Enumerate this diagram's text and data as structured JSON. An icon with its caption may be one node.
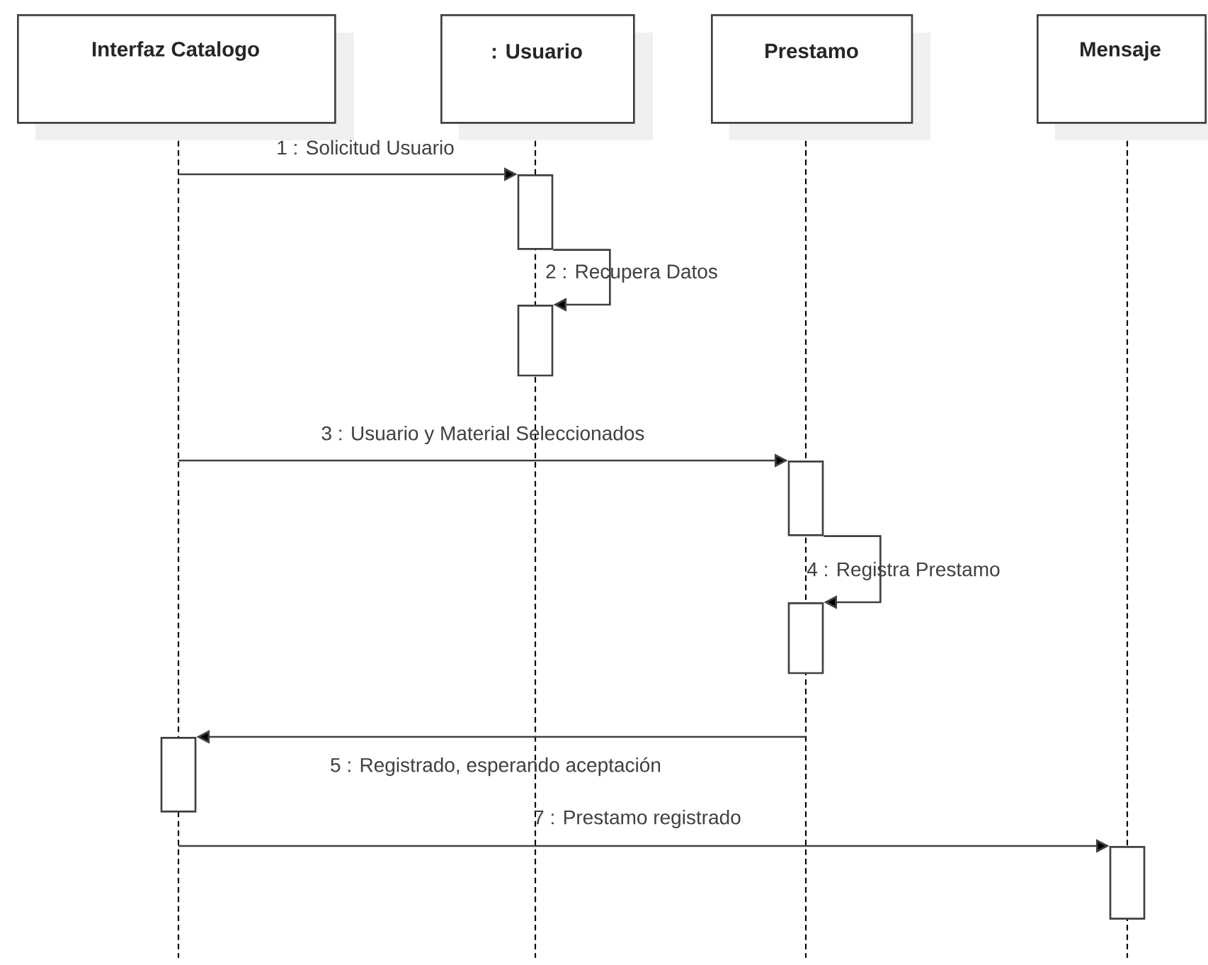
{
  "diagram": {
    "nodes": [
      {
        "text": [
          "Interfaz Catalogo"
        ]
      },
      {
        "text": [
          ": Usuario"
        ]
      },
      {
        "text": [
          "Prestamo"
        ]
      },
      {
        "text": [
          "Mensaje"
        ]
      },
      {
        "text": [],
        "shape": "bar"
      },
      {
        "text": [],
        "shape": "bar"
      },
      {
        "text": [],
        "shape": "bar"
      },
      {
        "text": [],
        "shape": "bar"
      },
      {
        "text": [],
        "shape": "bar"
      },
      {
        "text": [],
        "shape": "bar"
      }
    ],
    "edges": [
      {
        "from": null,
        "to": 4,
        "arrow": "to",
        "label": "1 : Solicitud Usuario"
      },
      {
        "from": 4,
        "to": 5,
        "arrow": "to",
        "label": "2 : Recupera Datos"
      },
      {
        "from": null,
        "to": 6,
        "arrow": "to",
        "label": "3 : Usuario y Material Seleccionados"
      },
      {
        "from": 6,
        "to": 7,
        "arrow": "to",
        "label": "4 : Registra Prestamo"
      },
      {
        "from": null,
        "to": 8,
        "arrow": "to",
        "label": "5 : Registrado, esperando aceptación"
      },
      {
        "from": null,
        "to": 9,
        "arrow": "to",
        "label": "7 : Prestamo registrado"
      }
    ]
  }
}
